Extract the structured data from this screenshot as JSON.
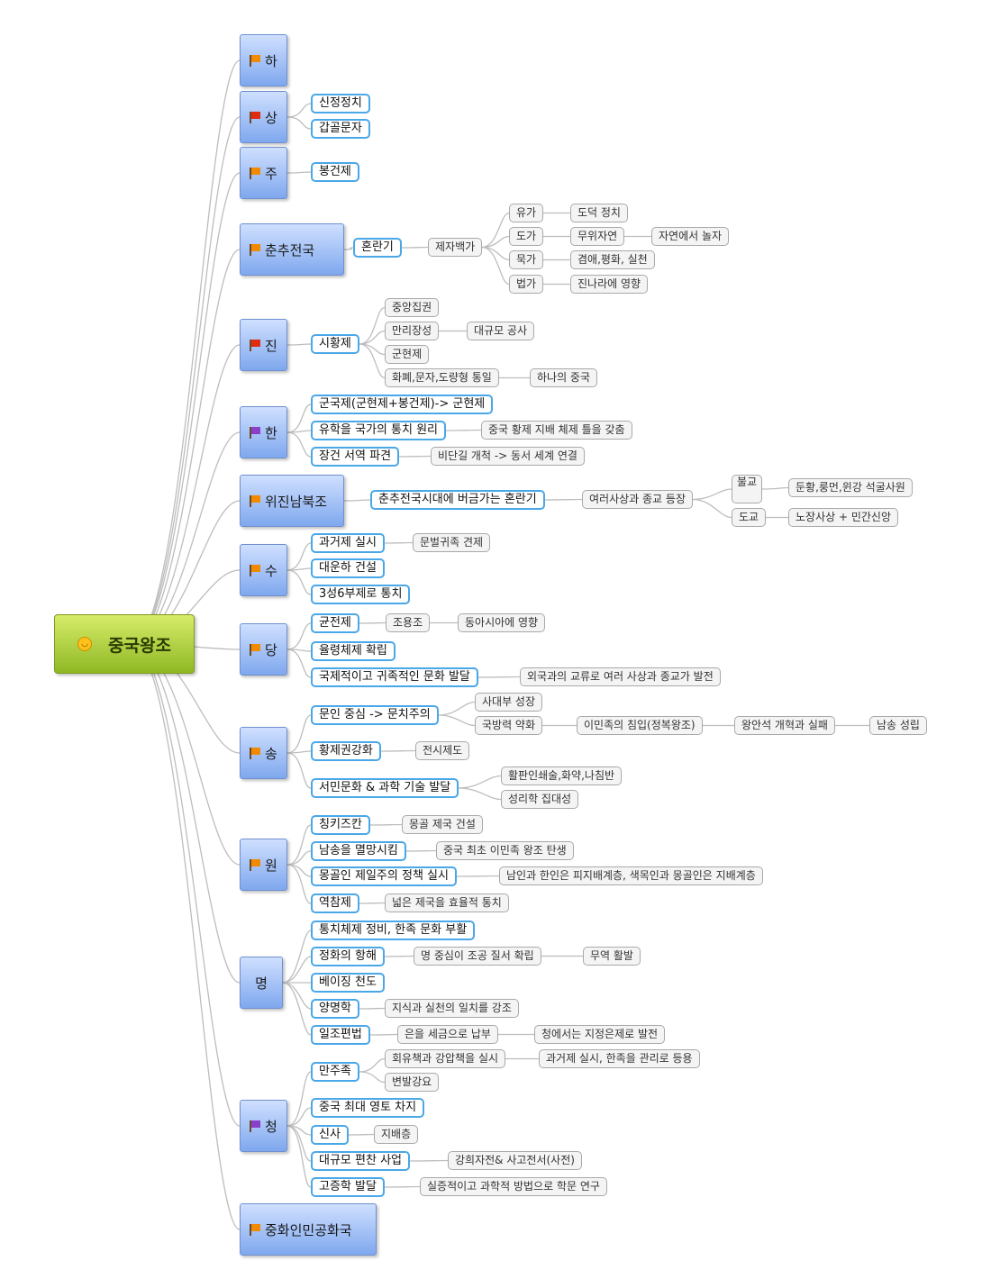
{
  "root": {
    "label": "중국왕조",
    "icon": "smiley-icon",
    "color": "#a8cc3a"
  },
  "main_node_color": "#9dbcf5",
  "flag_colors": {
    "orange": "#f28a00",
    "red": "#e02b10",
    "purple": "#8a3fc8"
  },
  "dynasties": [
    {
      "id": "ha",
      "label": "하",
      "flag": "orange"
    },
    {
      "id": "sang",
      "label": "상",
      "flag": "red",
      "children": [
        {
          "label": "신정정치"
        },
        {
          "label": "갑골문자"
        }
      ]
    },
    {
      "id": "ju",
      "label": "주",
      "flag": "orange",
      "children": [
        {
          "label": "봉건제"
        }
      ]
    },
    {
      "id": "chunchu",
      "label": "춘추전국",
      "flag": "orange",
      "children": [
        {
          "label": "혼란기",
          "children": [
            {
              "label": "제자백가",
              "children": [
                {
                  "label": "유가",
                  "children": [
                    {
                      "label": "도덕 정치"
                    }
                  ]
                },
                {
                  "label": "도가",
                  "children": [
                    {
                      "label": "무위자연",
                      "children": [
                        {
                          "label": "자연에서 놀자"
                        }
                      ]
                    }
                  ]
                },
                {
                  "label": "묵가",
                  "children": [
                    {
                      "label": "겸애,평화, 실천"
                    }
                  ]
                },
                {
                  "label": "법가",
                  "children": [
                    {
                      "label": "진나라에 영향"
                    }
                  ]
                }
              ]
            }
          ]
        }
      ]
    },
    {
      "id": "jin",
      "label": "진",
      "flag": "red",
      "children": [
        {
          "label": "시황제",
          "children": [
            {
              "label": "중앙집권"
            },
            {
              "label": "만리장성",
              "children": [
                {
                  "label": "대규모 공사"
                }
              ]
            },
            {
              "label": "군현제"
            },
            {
              "label": "화폐,문자,도량형 통일",
              "children": [
                {
                  "label": "하나의 중국"
                }
              ]
            }
          ]
        }
      ]
    },
    {
      "id": "han",
      "label": "한",
      "flag": "purple",
      "children": [
        {
          "label": "군국제(군현제+봉건제)-> 군현제"
        },
        {
          "label": "유학을 국가의 통치 원리",
          "children": [
            {
              "label": "중국 황제 지배 체제 틀을 갖춤"
            }
          ]
        },
        {
          "label": "장건 서역 파견",
          "children": [
            {
              "label": "비단길 개척 -> 동서 세계 연결"
            }
          ]
        }
      ]
    },
    {
      "id": "wijin",
      "label": "위진남북조",
      "flag": "orange",
      "children": [
        {
          "label": "춘추전국시대에 버금가는 혼란기",
          "children": [
            {
              "label": "여러사상과 종교 등장",
              "children": [
                {
                  "label": "불교",
                  "children": [
                    {
                      "label": "둔황,룽먼,윈강 석굴사원"
                    }
                  ]
                },
                {
                  "label": "도교",
                  "children": [
                    {
                      "label": "노장사상 + 민간신앙"
                    }
                  ]
                }
              ]
            }
          ]
        }
      ]
    },
    {
      "id": "su",
      "label": "수",
      "flag": "orange",
      "children": [
        {
          "label": "과거제 실시",
          "children": [
            {
              "label": "문벌귀족 견제"
            }
          ]
        },
        {
          "label": "대운하 건설"
        },
        {
          "label": "3성6부제로 통치"
        }
      ]
    },
    {
      "id": "dang",
      "label": "당",
      "flag": "orange",
      "children": [
        {
          "label": "균전제",
          "children": [
            {
              "label": "조용조",
              "children": [
                {
                  "label": "동아시아에 영향"
                }
              ]
            }
          ]
        },
        {
          "label": "율령체제 확립"
        },
        {
          "label": "국제적이고 귀족적인 문화 발달",
          "children": [
            {
              "label": "외국과의 교류로 여러 사상과 종교가 발전"
            }
          ]
        }
      ]
    },
    {
      "id": "song",
      "label": "송",
      "flag": "orange",
      "children": [
        {
          "label": "문인 중심 -> 문치주의",
          "children": [
            {
              "label": "사대부 성장"
            },
            {
              "label": "국방력 약화",
              "children": [
                {
                  "label": "이민족의 침입(정복왕조)",
                  "children": [
                    {
                      "label": "왕안석 개혁과 실패",
                      "children": [
                        {
                          "label": "남송 성립"
                        }
                      ]
                    }
                  ]
                }
              ]
            }
          ]
        },
        {
          "label": "황제권강화",
          "children": [
            {
              "label": "전시제도"
            }
          ]
        },
        {
          "label": "서민문화 & 과학 기술 발달",
          "children": [
            {
              "label": "활판인쇄술,화약,나침반"
            },
            {
              "label": "성리학 집대성"
            }
          ]
        }
      ]
    },
    {
      "id": "won",
      "label": "원",
      "flag": "orange",
      "children": [
        {
          "label": "칭키즈칸",
          "children": [
            {
              "label": "몽골 제국 건설"
            }
          ]
        },
        {
          "label": "남송을 멸망시킴",
          "children": [
            {
              "label": "중국 최초 이민족 왕조 탄생"
            }
          ]
        },
        {
          "label": "몽골인 제일주의 정책 실시",
          "children": [
            {
              "label": "남인과 한인은 피지배계층, 색목인과 몽골인은 지배계층"
            }
          ]
        },
        {
          "label": "역참제",
          "children": [
            {
              "label": "넓은 제국을 효율적 통치"
            }
          ]
        }
      ]
    },
    {
      "id": "myeong",
      "label": "명",
      "children": [
        {
          "label": "통치체제 정비, 한족 문화 부활"
        },
        {
          "label": "정화의 항해",
          "children": [
            {
              "label": "명 중심이 조공 질서 확립",
              "children": [
                {
                  "label": "무역 활발"
                }
              ]
            }
          ]
        },
        {
          "label": "베이징 천도"
        },
        {
          "label": "양명학",
          "children": [
            {
              "label": "지식과 실천의 일치를 강조"
            }
          ]
        },
        {
          "label": "일조편법",
          "children": [
            {
              "label": "은을 세금으로 납부",
              "children": [
                {
                  "label": "청에서는 지정은제로 발전"
                }
              ]
            }
          ]
        }
      ]
    },
    {
      "id": "cheong",
      "label": "청",
      "flag": "purple",
      "children": [
        {
          "label": "만주족",
          "children": [
            {
              "label": "회유책과 강압책을 실시",
              "children": [
                {
                  "label": "과거제 실시, 한족을 관리로 등용"
                }
              ]
            },
            {
              "label": "변발강요"
            }
          ]
        },
        {
          "label": "중국 최대 영토 차지"
        },
        {
          "label": "신사",
          "children": [
            {
              "label": "지배층"
            }
          ]
        },
        {
          "label": "대규모 편찬 사업",
          "children": [
            {
              "label": "강희자전& 사고전서(사전)"
            }
          ]
        },
        {
          "label": "고증학 발달",
          "children": [
            {
              "label": "실증적이고 과학적 방법으로 학문 연구"
            }
          ]
        }
      ]
    },
    {
      "id": "prc",
      "label": "중화인민공화국",
      "flag": "orange"
    }
  ]
}
